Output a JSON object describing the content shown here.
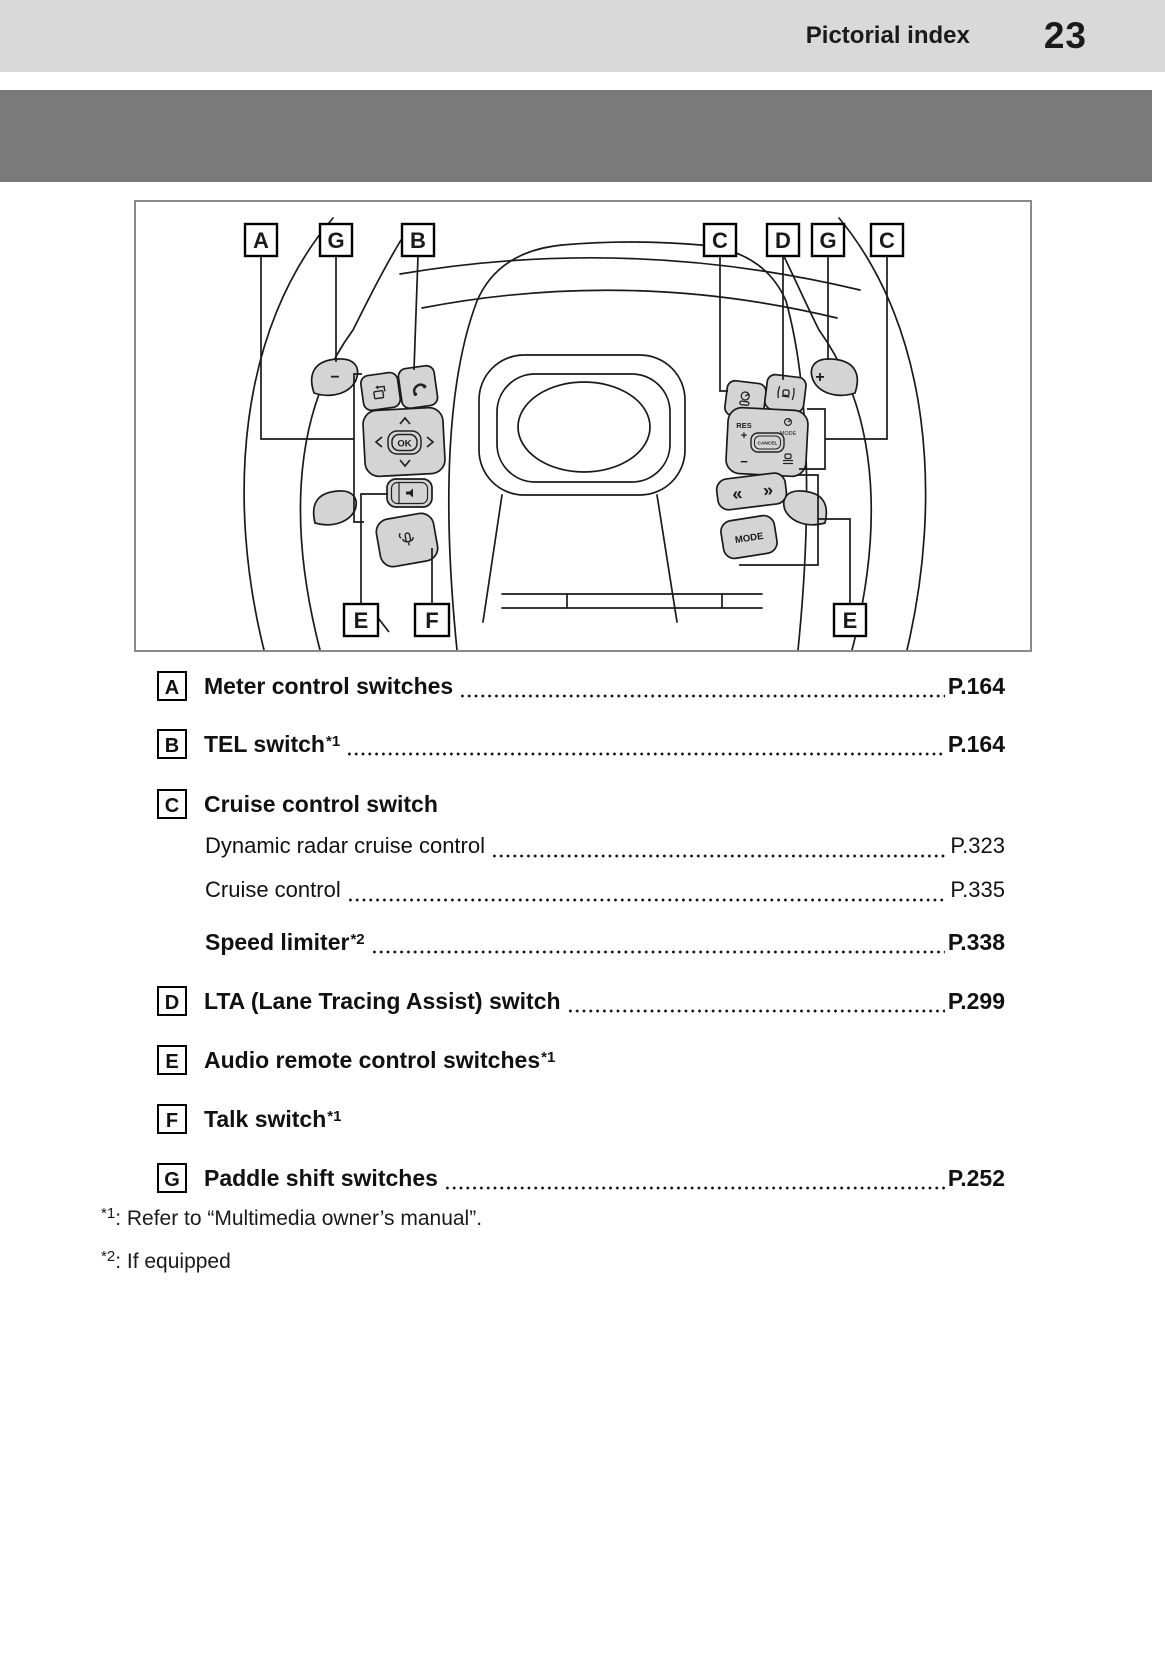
{
  "header": {
    "section_title": "Pictorial index",
    "page_number": "23"
  },
  "colors": {
    "header_bg": "#d9d9d9",
    "chapter_banner": "#7a7a7a",
    "diagram_border": "#8a8a8a",
    "switch_fill": "#d4d4d4",
    "line_art": "#1a1a1a"
  },
  "diagram": {
    "callouts": [
      "A",
      "G",
      "B",
      "C",
      "D",
      "G",
      "C",
      "E",
      "F",
      "E"
    ],
    "switch_labels": {
      "ok": "OK",
      "cancel": "CANCEL",
      "res": "RES",
      "res_plus": "+",
      "set_minus": "−",
      "mode_icon_label": "MODE",
      "mode_button": "MODE",
      "paddle_left": "−",
      "paddle_right": "+",
      "seek_back": "«",
      "seek_fwd": "»"
    }
  },
  "index_items": [
    {
      "letter": "A",
      "label": "Meter control switches",
      "page": "P.164"
    },
    {
      "letter": "B",
      "label": "TEL switch",
      "sup": "*1",
      "page": "P.164"
    },
    {
      "letter": "C",
      "label": "Cruise control switch"
    },
    {
      "letter": "D",
      "label": "LTA (Lane Tracing Assist) switch",
      "page": "P.299"
    },
    {
      "letter": "E",
      "label": "Audio remote control switches",
      "sup": "*1"
    },
    {
      "letter": "F",
      "label": "Talk switch",
      "sup": "*1"
    },
    {
      "letter": "G",
      "label": "Paddle shift switches",
      "page": "P.252"
    }
  ],
  "cruise_sub_items": [
    {
      "label": "Dynamic radar cruise control",
      "page": "P.323"
    },
    {
      "label": "Cruise control",
      "page": "P.335"
    },
    {
      "label": "Speed limiter",
      "sup": "*2",
      "page": "P.338"
    }
  ],
  "footnotes": [
    {
      "marker": "*1",
      "text": ": Refer to “Multimedia owner’s manual”."
    },
    {
      "marker": "*2",
      "text": ": If equipped"
    }
  ]
}
